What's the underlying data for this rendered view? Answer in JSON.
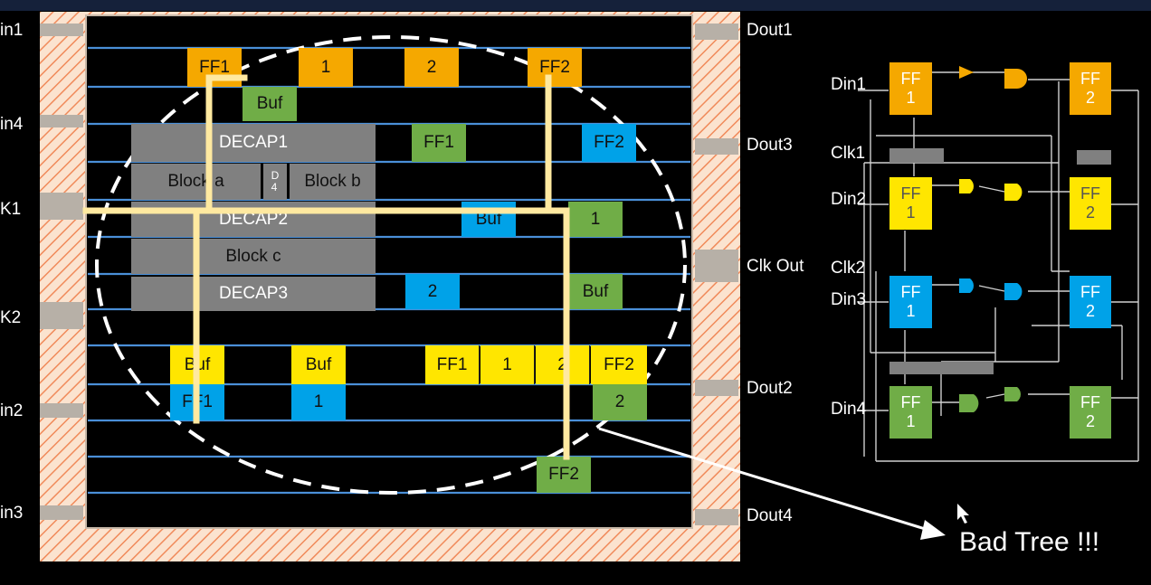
{
  "pins_left": [
    "in1",
    "in4",
    "K1",
    "K2",
    "in2",
    "in3"
  ],
  "pins_right": [
    "Dout1",
    "Dout3",
    "Clk Out",
    "Dout2",
    "Dout4"
  ],
  "layout_cells": {
    "ff1_orange": "FF1",
    "one_orange": "1",
    "two_orange": "2",
    "ff2_orange": "FF2",
    "buf_green_top": "Buf",
    "decap1": "DECAP1",
    "ff1_green": "FF1",
    "ff2_blue": "FF2",
    "block_a": "Block a",
    "d4": "D\n4",
    "block_b": "Block b",
    "decap2": "DECAP2",
    "buf_blue": "Buf",
    "one_green": "1",
    "block_c": "Block c",
    "decap3": "DECAP3",
    "two_blue": "2",
    "buf_green_mid": "Buf",
    "buf_yellow_left": "Buf",
    "buf_yellow_mid": "Buf",
    "ff1_yellow": "FF1",
    "one_yellow": "1",
    "two_yellow": "2",
    "ff2_yellow": "FF2",
    "ff1_blue": "FF1",
    "one_blue": "1",
    "two_green": "2",
    "ff2_green": "FF2"
  },
  "schematic": {
    "labels": [
      "Din1",
      "Clk1",
      "Din2",
      "Clk2",
      "Din3",
      "Din4"
    ],
    "ff_top": "FF",
    "ff_left_index": "1",
    "ff_right_index": "2"
  },
  "callout": "Bad Tree !!!",
  "colors": {
    "orange": "#f5a800",
    "green": "#70ad47",
    "blue": "#00a2e8",
    "yellow": "#ffe600",
    "gray": "#808080",
    "wire": "#ffe9a0",
    "track": "#4a8fd8"
  }
}
